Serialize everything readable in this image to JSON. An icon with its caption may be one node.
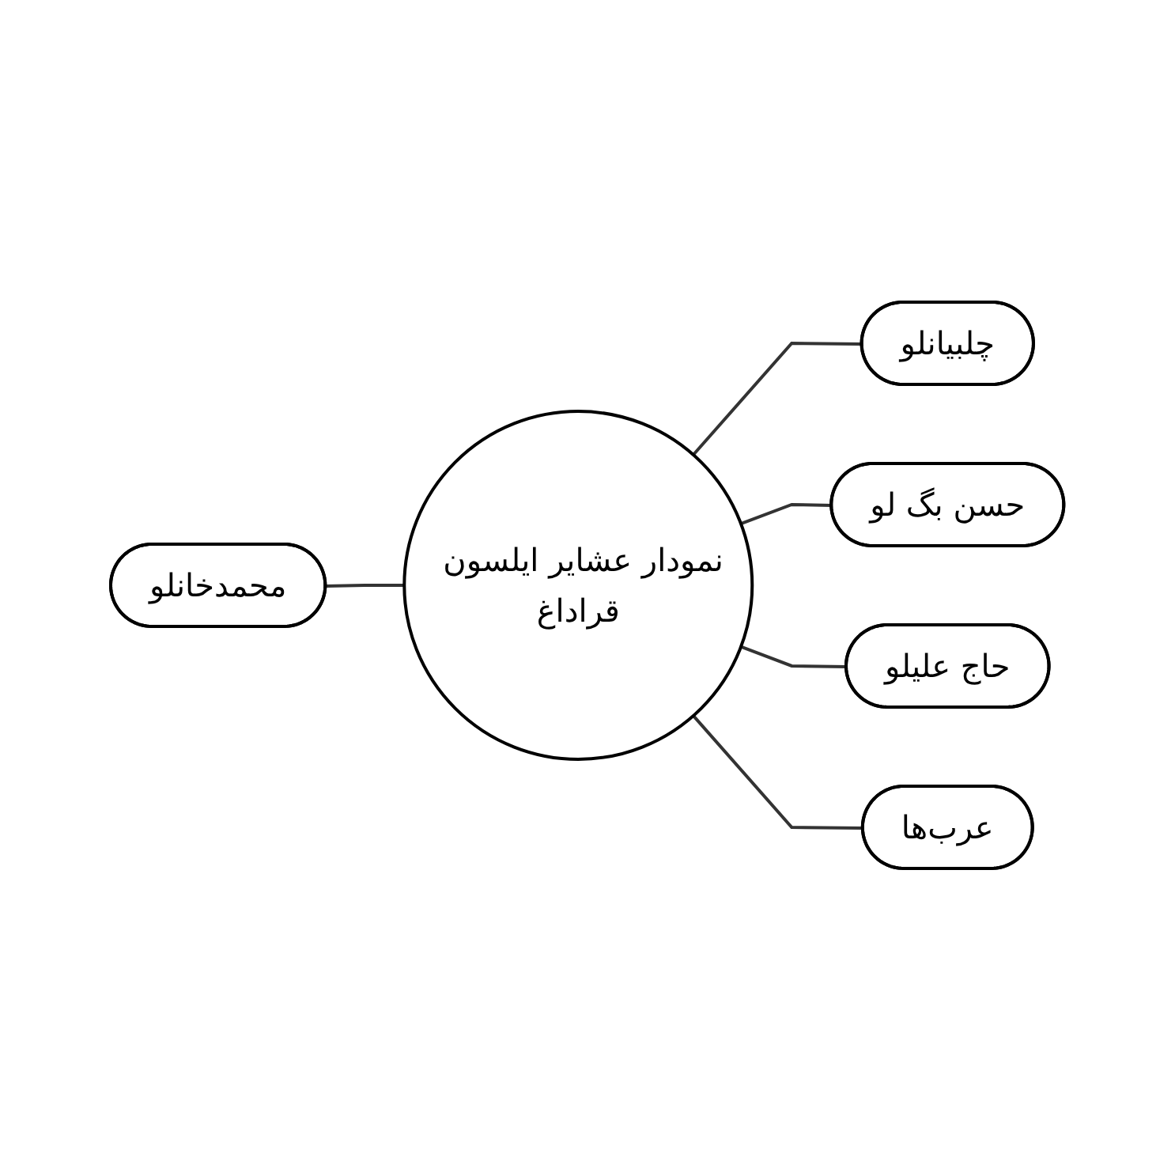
{
  "diagram": {
    "nodes": [
      {
        "text": [
          "نمودار عشایر ایلسون قراداغ"
        ]
      },
      {
        "text": [
          "چلبیانلو"
        ]
      },
      {
        "text": [
          "حسن بگ لو"
        ]
      },
      {
        "text": [
          "محمدخانلو"
        ]
      },
      {
        "text": [
          "حاج علیلو"
        ]
      },
      {
        "text": [
          "عرب‌ها"
        ]
      }
    ],
    "edges": [
      {
        "from": 0,
        "to": 1,
        "arrow": "none"
      },
      {
        "from": 0,
        "to": 2,
        "arrow": "none"
      },
      {
        "from": 3,
        "to": 0,
        "arrow": "none"
      },
      {
        "from": 0,
        "to": 4,
        "arrow": "none"
      },
      {
        "from": 0,
        "to": 5,
        "arrow": "none"
      }
    ]
  }
}
